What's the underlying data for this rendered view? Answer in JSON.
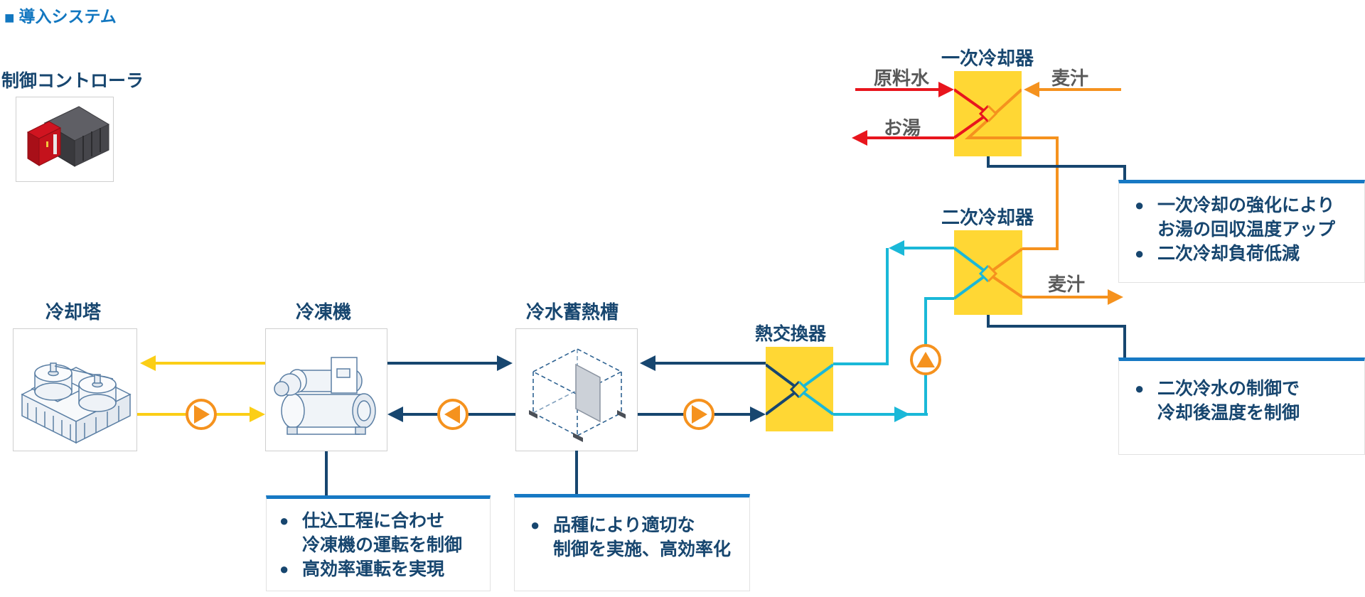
{
  "title": {
    "marker": "■",
    "text": "導入システム"
  },
  "equipment": {
    "controller": {
      "label": "制御コントローラ"
    },
    "cooling_tower": {
      "label": "冷却塔"
    },
    "chiller": {
      "label": "冷凍機"
    },
    "storage_tank": {
      "label": "冷水蓄熱槽"
    },
    "heat_exchanger": {
      "label": "熱交換器"
    },
    "primary_cooler": {
      "label": "一次冷却器"
    },
    "secondary_cooler": {
      "label": "二次冷却器"
    }
  },
  "flow_labels": {
    "raw_water": "原料水",
    "hot_water": "お湯",
    "wort_in": "麦汁",
    "wort_out": "麦汁"
  },
  "callouts": {
    "primary_cooling": {
      "items": [
        {
          "bullet": "●",
          "text": "一次冷却の強化により"
        },
        {
          "bullet": "",
          "text": "お湯の回収温度アップ"
        },
        {
          "bullet": "●",
          "text": "二次冷却負荷低減"
        }
      ]
    },
    "secondary_chilled_water": {
      "items": [
        {
          "bullet": "●",
          "text": "二次冷水の制御で"
        },
        {
          "bullet": "",
          "text": "冷却後温度を制御"
        }
      ]
    },
    "chiller_control": {
      "items": [
        {
          "bullet": "●",
          "text": "仕込工程に合わせ"
        },
        {
          "bullet": "",
          "text": "冷凍機の運転を制御"
        },
        {
          "bullet": "●",
          "text": "高効率運転を実現"
        }
      ]
    },
    "tank_control": {
      "items": [
        {
          "bullet": "●",
          "text": "品種により適切な"
        },
        {
          "bullet": "",
          "text": "制御を実施、高効率化"
        }
      ]
    }
  },
  "colors": {
    "accent_blue": "#1277c0",
    "navy": "#17466f",
    "cyan": "#1ab8d8",
    "orange": "#f5921e",
    "red": "#e8151d",
    "yellow_line": "#fbce16",
    "yellow_box": "#ffd734",
    "gray_label": "#595959"
  }
}
